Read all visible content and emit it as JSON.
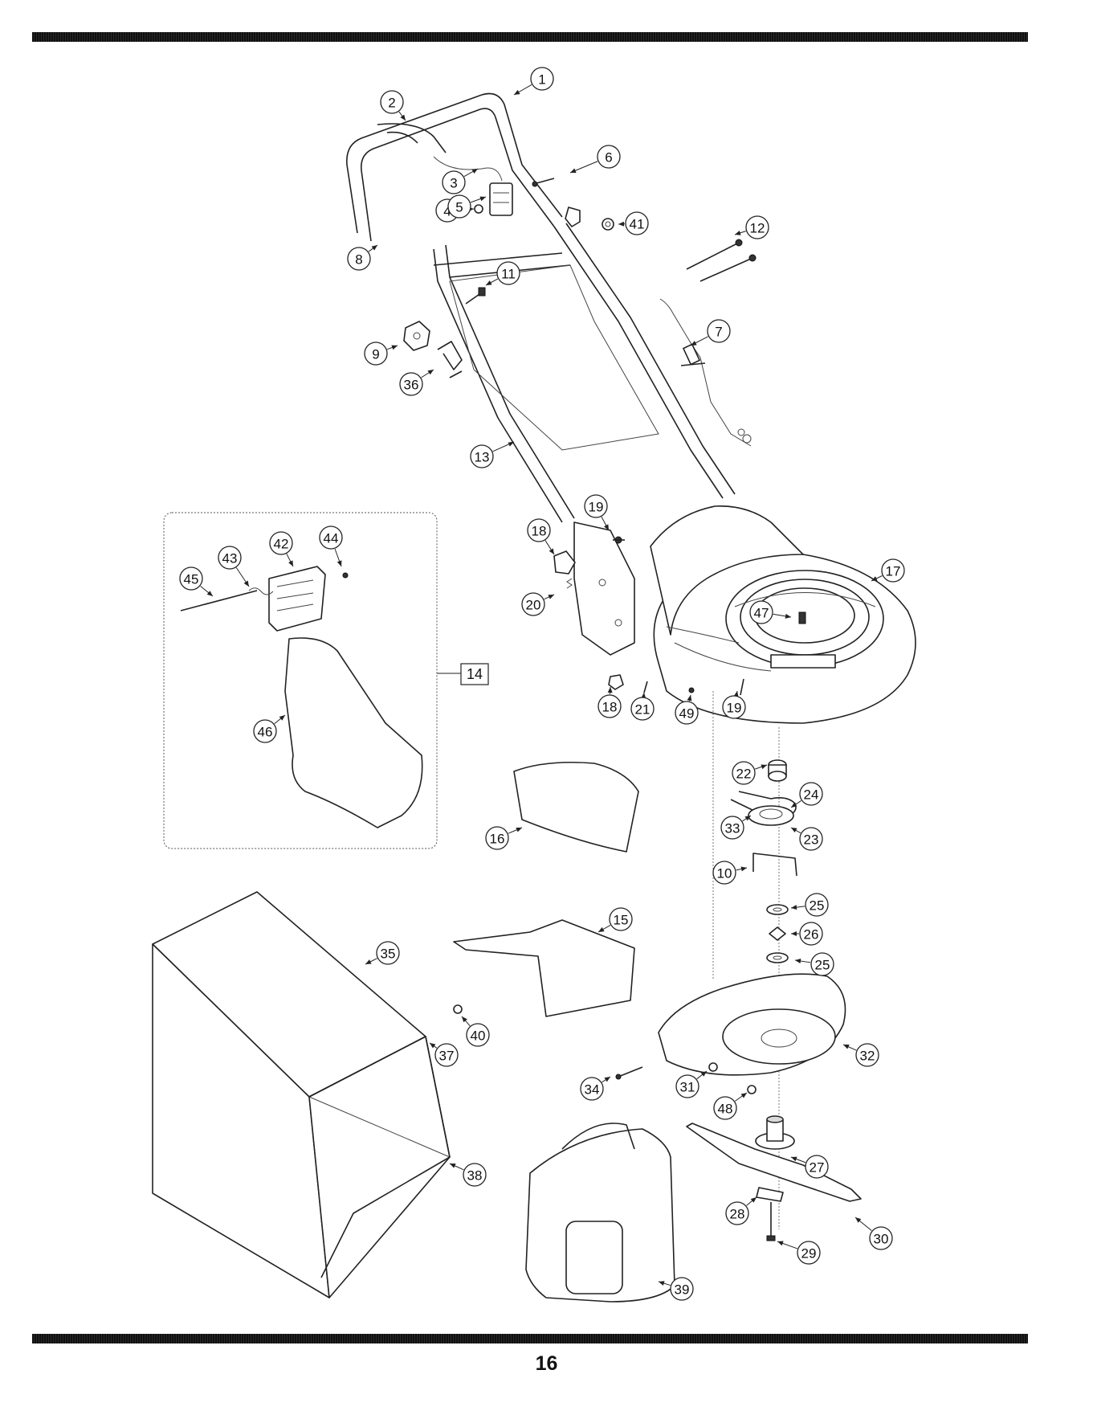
{
  "page_number": "16",
  "inset_label": "14",
  "callouts": [
    {
      "id": "c1",
      "label": "1"
    },
    {
      "id": "c2",
      "label": "2"
    },
    {
      "id": "c3",
      "label": "3"
    },
    {
      "id": "c4",
      "label": "4"
    },
    {
      "id": "c5",
      "label": "5"
    },
    {
      "id": "c6",
      "label": "6"
    },
    {
      "id": "c7",
      "label": "7"
    },
    {
      "id": "c8",
      "label": "8"
    },
    {
      "id": "c9",
      "label": "9"
    },
    {
      "id": "c10",
      "label": "10"
    },
    {
      "id": "c11",
      "label": "11"
    },
    {
      "id": "c12",
      "label": "12"
    },
    {
      "id": "c13",
      "label": "13"
    },
    {
      "id": "c15",
      "label": "15"
    },
    {
      "id": "c16",
      "label": "16"
    },
    {
      "id": "c17",
      "label": "17"
    },
    {
      "id": "c18a",
      "label": "18"
    },
    {
      "id": "c18b",
      "label": "18"
    },
    {
      "id": "c19a",
      "label": "19"
    },
    {
      "id": "c19b",
      "label": "19"
    },
    {
      "id": "c20",
      "label": "20"
    },
    {
      "id": "c21",
      "label": "21"
    },
    {
      "id": "c22",
      "label": "22"
    },
    {
      "id": "c23",
      "label": "23"
    },
    {
      "id": "c24",
      "label": "24"
    },
    {
      "id": "c25a",
      "label": "25"
    },
    {
      "id": "c25b",
      "label": "25"
    },
    {
      "id": "c26",
      "label": "26"
    },
    {
      "id": "c27",
      "label": "27"
    },
    {
      "id": "c28",
      "label": "28"
    },
    {
      "id": "c29",
      "label": "29"
    },
    {
      "id": "c30",
      "label": "30"
    },
    {
      "id": "c31",
      "label": "31"
    },
    {
      "id": "c32",
      "label": "32"
    },
    {
      "id": "c33",
      "label": "33"
    },
    {
      "id": "c34",
      "label": "34"
    },
    {
      "id": "c35",
      "label": "35"
    },
    {
      "id": "c36",
      "label": "36"
    },
    {
      "id": "c37",
      "label": "37"
    },
    {
      "id": "c38",
      "label": "38"
    },
    {
      "id": "c39",
      "label": "39"
    },
    {
      "id": "c40",
      "label": "40"
    },
    {
      "id": "c41",
      "label": "41"
    },
    {
      "id": "c42",
      "label": "42"
    },
    {
      "id": "c43",
      "label": "43"
    },
    {
      "id": "c44",
      "label": "44"
    },
    {
      "id": "c45",
      "label": "45"
    },
    {
      "id": "c46",
      "label": "46"
    },
    {
      "id": "c47",
      "label": "47"
    },
    {
      "id": "c48",
      "label": "48"
    },
    {
      "id": "c49",
      "label": "49"
    }
  ]
}
